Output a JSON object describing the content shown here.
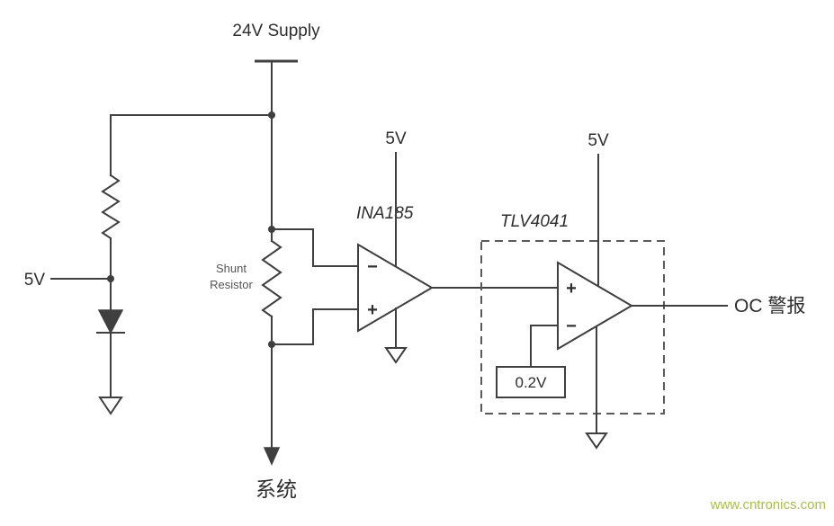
{
  "schematic": {
    "supply": {
      "label": "24V Supply"
    },
    "left_branch": {
      "rail_label": "5V"
    },
    "shunt": {
      "label_line1": "Shunt",
      "label_line2": "Resistor"
    },
    "ina185": {
      "name": "INA185",
      "supply_label": "5V",
      "minus": "−",
      "plus": "+"
    },
    "tlv4041": {
      "name": "TLV4041",
      "supply_label": "5V",
      "plus": "+",
      "minus": "−",
      "ref_label": "0.2V"
    },
    "output": {
      "label": "OC 警报"
    },
    "system": {
      "label": "系统"
    },
    "watermark": {
      "text": "www.cntronics.com"
    },
    "colors": {
      "wire": "#3f3f3f",
      "watermark": "#a9c23f",
      "background": "#ffffff"
    }
  }
}
